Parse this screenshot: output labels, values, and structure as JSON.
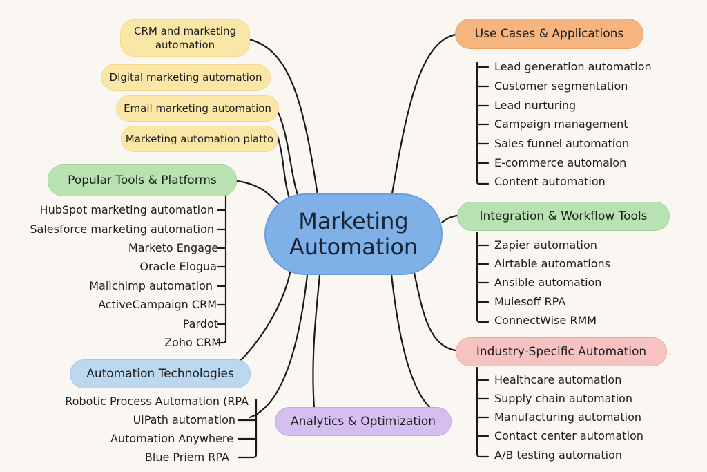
{
  "center": {
    "line1": "Marketing",
    "line2": "Automation"
  },
  "crm_pill": "CRM and marketing automation",
  "digital_pill": "Digital marketing automation",
  "email_pill": "Email marketing automation",
  "platform_pill": "Marketing automation platto",
  "use_cases": {
    "title": "Use Cases & Applications",
    "items": [
      "Lead generation automation",
      "Customer segmentation",
      "Lead nurturing",
      "Campaign management",
      "Sales funnel automation",
      "E-commerce automaion",
      "Content automation"
    ]
  },
  "popular_tools": {
    "title": "Popular Tools & Platforms",
    "items": [
      "HubSpot marketing automation",
      "Salesforce marketing automation",
      "Marketo Engage",
      "Oracle Elogua",
      "Mailchimp automation",
      "ActiveCampaign CRM",
      "Pardot",
      "Zoho CRM"
    ]
  },
  "integration": {
    "title": "Integration & Workflow Tools",
    "items": [
      "Zapier automation",
      "Airtable automations",
      "Ansible automation",
      "Mulesoff RPA",
      "ConnectWise RMM"
    ]
  },
  "technologies": {
    "title": "Automation Technologies",
    "items": [
      "Robotic Process Automation (RPA",
      "UiPath automation",
      "Automation Anywhere",
      "Blue Priem RPA"
    ]
  },
  "industry": {
    "title": "Industry-Specific Automation",
    "items": [
      "Healthcare automation",
      "Supply chain automation",
      "Manufacturing automation",
      "Contact center automation",
      "A/B testing automation"
    ]
  },
  "analytics": {
    "title": "Analytics & Optimization"
  },
  "colors": {
    "line": "#1a1a1a",
    "center": "#7fb0e8",
    "yellow": "#fae6a6",
    "orange": "#f6b57e",
    "green": "#b9e2b3",
    "blue": "#bcd8f0",
    "pink": "#f7c3c1",
    "purple": "#d5bef0"
  }
}
